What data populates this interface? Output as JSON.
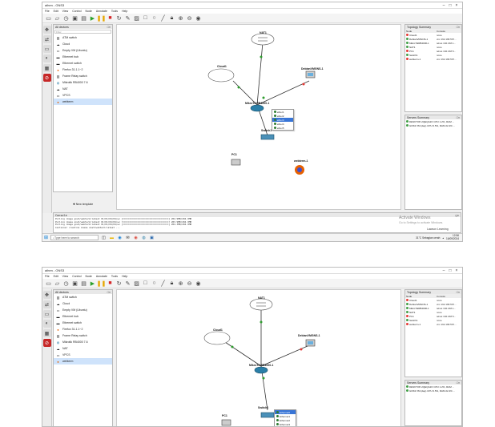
{
  "window": {
    "title": "aihen - GNS3",
    "controls": [
      "–",
      "□",
      "×"
    ]
  },
  "menu": [
    "File",
    "Edit",
    "View",
    "Control",
    "Node",
    "Annotate",
    "Tools",
    "Help"
  ],
  "toolbar_icons": [
    "folder-icon",
    "folder-open-icon",
    "clock-icon",
    "terminal-icon",
    "console-icon",
    "play-icon",
    "pause-icon",
    "stop-icon",
    "reload-icon",
    "edit-note-icon",
    "image-icon",
    "rectangle-icon",
    "ellipse-icon",
    "line-icon",
    "lock-icon",
    "zoom-in-icon",
    "zoom-out-icon",
    "screenshot-icon"
  ],
  "devices_panel": {
    "title": "All devices",
    "filter_placeholder": "Filter",
    "items": [
      {
        "label": "ATM switch",
        "icon": "atm-switch-icon"
      },
      {
        "label": "Cloud",
        "icon": "cloud-icon"
      },
      {
        "label": "Empty VM (Ubuntu)",
        "icon": "vm-icon"
      },
      {
        "label": "Ethernet hub",
        "icon": "hub-icon"
      },
      {
        "label": "Ethernet switch",
        "icon": "switch-icon"
      },
      {
        "label": "Firefox 31.1.1~2",
        "icon": "firefox-icon"
      },
      {
        "label": "Frame Relay switch",
        "icon": "frame-relay-icon"
      },
      {
        "label": "Mikrotik RB4000 7.6",
        "icon": "router-icon"
      },
      {
        "label": "NAT",
        "icon": "nat-icon"
      },
      {
        "label": "VPCS",
        "icon": "pc-icon"
      },
      {
        "label": "webterm",
        "icon": "firefox-icon"
      }
    ],
    "new_template": "New template"
  },
  "categories": [
    "browse-routers-icon",
    "browse-switches-icon",
    "browse-end-devices-icon",
    "browse-security-icon",
    "browse-all-icon",
    "add-link-icon"
  ],
  "topology": {
    "title": "Topology Summary",
    "col_node": "Node",
    "col_console": "Console",
    "rows": [
      {
        "node": "Cloud1",
        "console": "none",
        "on": false
      },
      {
        "node": "DebianVMGNS-1",
        "console": "vnc 192.168.567...",
        "on": true
      },
      {
        "node": "MikroTikRB4000-1",
        "console": "telnet 192.168.1...",
        "on": true
      },
      {
        "node": "NAT1",
        "console": "none",
        "on": true
      },
      {
        "node": "PC1",
        "console": "telnet 192.168.5...",
        "on": false
      },
      {
        "node": "Switch1",
        "console": "none",
        "on": true
      },
      {
        "node": "webterm-1",
        "console": "vnc 192.168.567...",
        "on": false
      }
    ]
  },
  "servers": {
    "title": "Servers Summary",
    "rows": [
      "DESKTOP-2QEQA2O CPU 1.2%, RAM ...",
      "GNS3 VM (dap) CPU 0.5%, RAM 22.4% ..."
    ]
  },
  "console": {
    "title": "Console",
    "lines": [
      "Pulling image gns3/webterm:latest 01/01/04/04/wx [==================================] 202.9MB/204.3MB",
      "Pulling image gns3/webterm:latest 01/01/04/04/wx [==================================] 203.9MB/204.3MB",
      "Pulling image gns3/webterm:latest 01/01/04/04/wx [==================================] 204.3MB/204.3MB",
      "Container creating image gns3/webterm:latest ..."
    ]
  },
  "nodes": {
    "nat1": "NAT1",
    "cloud1": "Cloud1",
    "debian": "DebianVMGNS-1",
    "router": "MikroTikRB4000-1",
    "switch": "Switch1",
    "pc": "PC1",
    "webterm": "webterm-1"
  },
  "context_menu_1": [
    "ether1",
    "ether2",
    "ether3",
    "ether4",
    "ether5"
  ],
  "context_menu_1_selected": 2,
  "context_menu_2": [
    "Ethernet0",
    "Ethernet1",
    "Ethernet2",
    "Ethernet3",
    "Ethernet4"
  ],
  "context_menu_2_selected": 0,
  "windows_activation": {
    "title": "Activate Windows",
    "subtitle": "Go to Settings to activate Windows."
  },
  "account": "Lawson Learning",
  "taskbar": {
    "search_placeholder": "Type here to search",
    "weather": "31°C  Sebagian cerah",
    "time": "12:56",
    "date": "16/09/2024"
  },
  "colors": {
    "link_up": "#2e9e2e",
    "link_down": "#e53935",
    "selected": "#3875d7",
    "device_active": "#c62828"
  }
}
